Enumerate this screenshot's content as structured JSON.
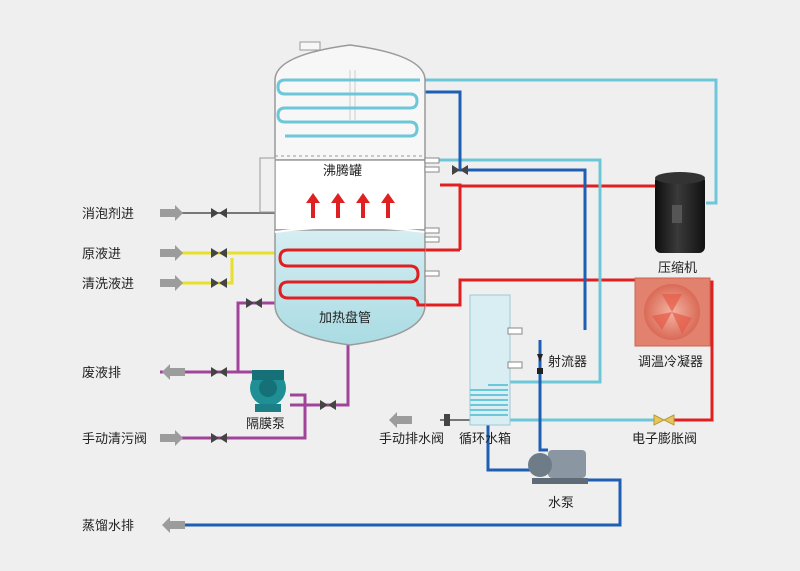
{
  "labels": {
    "boiling_tank": "沸腾罐",
    "heating_coil": "加热盘管",
    "defoamer_in": "消泡剂进",
    "raw_liquid_in": "原液进",
    "cleaning_liquid_in": "清洗液进",
    "waste_drain": "废液排",
    "manual_drain_valve": "手动清污阀",
    "diaphragm_pump": "隔膜泵",
    "distilled_water_out": "蒸馏水排",
    "compressor": "压缩机",
    "temp_condenser": "调温冷凝器",
    "ejector": "射流器",
    "circulating_tank": "循环水箱",
    "manual_water_drain": "手动排水阀",
    "water_pump": "水泵",
    "expansion_valve": "电子膨胀阀"
  },
  "colors": {
    "hot_pipe": "#e02020",
    "cold_pipe": "#6cc7d9",
    "water_pipe": "#1e5fb4",
    "waste_pipe": "#a0449a",
    "feed_pipe": "#e8df2a",
    "arrow_gray": "#9c9c9c",
    "heat_arrow": "#e02020",
    "pump": "#1f8f96"
  }
}
